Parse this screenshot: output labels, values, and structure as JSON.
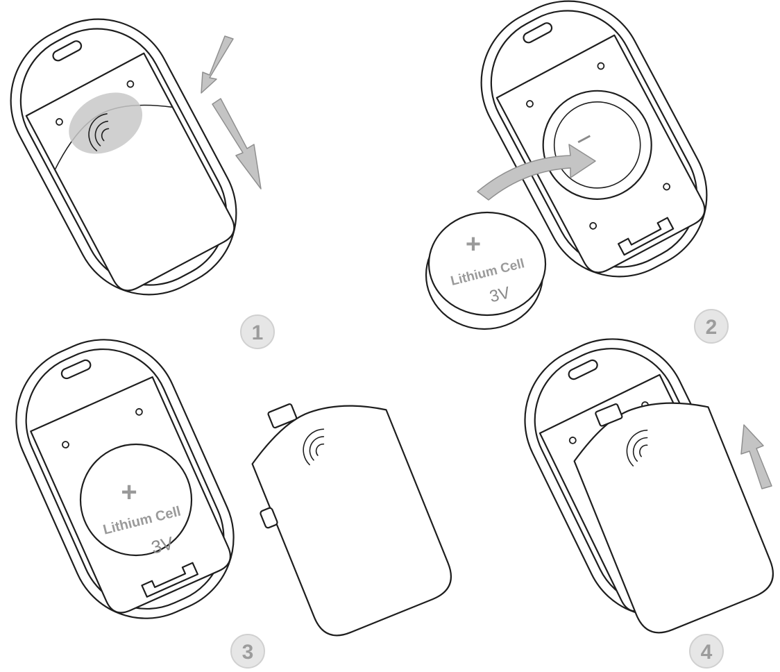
{
  "steps": [
    {
      "number": "1"
    },
    {
      "number": "2"
    },
    {
      "number": "3"
    },
    {
      "number": "4"
    }
  ],
  "battery": {
    "plus_sign": "+",
    "minus_sign": "−",
    "label": "Lithium Cell",
    "voltage": "3V"
  },
  "colors": {
    "outline": "#1e1e1e",
    "arrow_fill": "#c4c4c4",
    "badge_fill": "#e6e6e6",
    "press_spot": "#c8c8c8"
  },
  "icons": [
    "press-arrow-icon",
    "slide-arrow-icon",
    "insert-arrow-icon",
    "push-up-arrow-icon",
    "signal-waves-icon"
  ]
}
